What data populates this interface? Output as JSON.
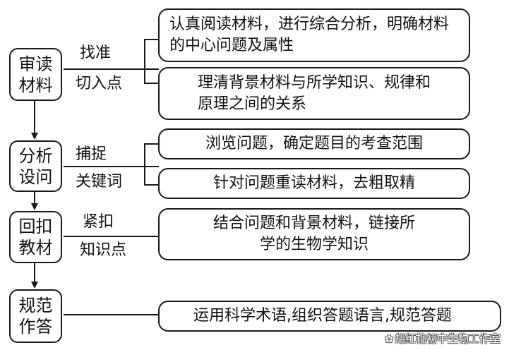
{
  "steps": [
    {
      "title": "审读材料",
      "labels": [
        "找准",
        "切入点"
      ],
      "boxes": [
        "认真阅读材料，进行综合分析，明确材料的中心问题及属性",
        "理清背景材料与所学知识、规律和原理之间的关系"
      ]
    },
    {
      "title": "分析设问",
      "labels": [
        "捕捉",
        "关键词"
      ],
      "boxes": [
        "浏览问题，确定题目的考查范围",
        "针对问题重读材料，去粗取精"
      ]
    },
    {
      "title": "回扣教材",
      "labels": [
        "紧扣",
        "知识点"
      ],
      "boxes": [
        "结合问题和背景材料，链接所学的生物学知识"
      ]
    },
    {
      "title": "规范作答",
      "labels": [],
      "boxes": [
        "运用科学术语,组织答题语言,规范答题"
      ]
    }
  ],
  "watermark": "胡红艳初中生物工作室"
}
